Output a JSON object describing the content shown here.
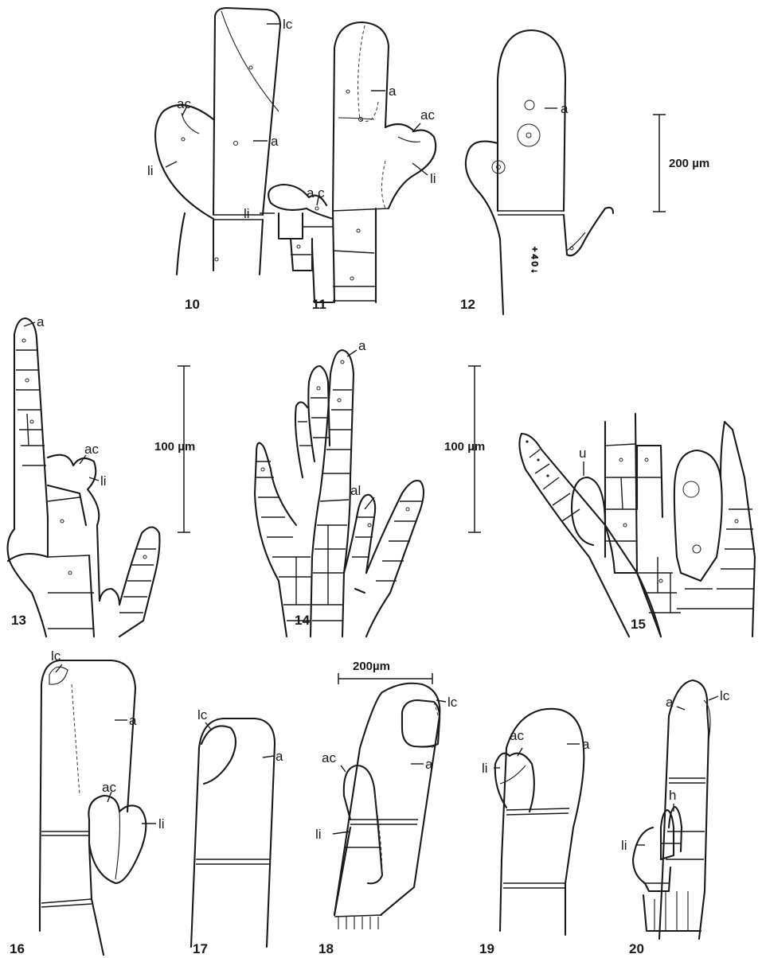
{
  "figures": {
    "f10": {
      "number": "10",
      "labels": {
        "lc": "lc",
        "ac": "ac",
        "li": "li",
        "a": "a"
      }
    },
    "f11": {
      "number": "11",
      "labels": {
        "a": "a",
        "ac": "ac",
        "li": "li",
        "ac2": "a c",
        "li2": "li"
      }
    },
    "f12": {
      "number": "12",
      "labels": {
        "a": "a"
      },
      "specimen_mark": "+ 4 0 ↓"
    },
    "f13": {
      "number": "13",
      "labels": {
        "a": "a",
        "ac": "ac",
        "li": "li"
      }
    },
    "f14": {
      "number": "14",
      "labels": {
        "a": "a",
        "al": "al"
      }
    },
    "f15": {
      "number": "15",
      "labels": {
        "u": "u"
      }
    },
    "f16": {
      "number": "16",
      "labels": {
        "lc": "lc",
        "a": "a",
        "ac": "ac",
        "li": "li"
      }
    },
    "f17": {
      "number": "17",
      "labels": {
        "lc": "lc",
        "a": "a"
      }
    },
    "f18": {
      "number": "18",
      "labels": {
        "lc": "lc",
        "a": "a",
        "ac": "ac",
        "li": "li"
      }
    },
    "f19": {
      "number": "19",
      "labels": {
        "ac": "ac",
        "li": "li",
        "a": "a"
      }
    },
    "f20": {
      "number": "20",
      "labels": {
        "a": "a",
        "lc": "lc",
        "h": "h",
        "li": "li"
      }
    }
  },
  "scale_bars": {
    "top": "200 µm",
    "left_middle": "100 µm",
    "right_middle": "100 µm",
    "bottom": "200µm"
  },
  "colors": {
    "ink": "#1a1a1a",
    "paper": "#ffffff"
  }
}
